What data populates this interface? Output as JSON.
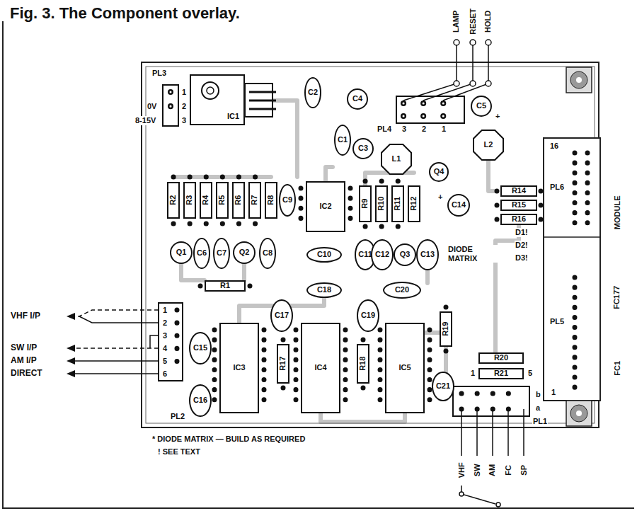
{
  "diagram": {
    "title": "Fig. 3. The Component overlay.",
    "nodes": [
      {
        "text": [
          "IC1"
        ]
      },
      {
        "text": [
          "C2"
        ]
      },
      {
        "text": [
          "C4"
        ]
      },
      {
        "text": [
          "L1"
        ]
      },
      {
        "text": [
          "C5"
        ]
      },
      {
        "text": [
          "C1"
        ]
      },
      {
        "text": [
          "C3"
        ]
      },
      {
        "text": [
          "L2"
        ]
      },
      {
        "text": [
          "Q4"
        ]
      },
      {
        "text": [
          "C14"
        ]
      },
      {
        "text": [
          "R2"
        ]
      },
      {
        "text": [
          "R3"
        ]
      },
      {
        "text": [
          "R4"
        ]
      },
      {
        "text": [
          "R5"
        ]
      },
      {
        "text": [
          "R6"
        ]
      },
      {
        "text": [
          "R7"
        ]
      },
      {
        "text": [
          "R8"
        ]
      },
      {
        "text": [
          "C9"
        ]
      },
      {
        "text": [
          "IC2"
        ]
      },
      {
        "text": [
          "R9"
        ]
      },
      {
        "text": [
          "R10"
        ]
      },
      {
        "text": [
          "R11"
        ]
      },
      {
        "text": [
          "R12"
        ]
      },
      {
        "text": [
          "R14"
        ]
      },
      {
        "text": [
          "R15"
        ]
      },
      {
        "text": [
          "R16"
        ]
      },
      {
        "text": [
          "Q1"
        ]
      },
      {
        "text": [
          "C6"
        ]
      },
      {
        "text": [
          "C7"
        ]
      },
      {
        "text": [
          "Q2"
        ]
      },
      {
        "text": [
          "C8"
        ]
      },
      {
        "text": [
          "C10"
        ]
      },
      {
        "text": [
          "C11"
        ]
      },
      {
        "text": [
          "C12"
        ]
      },
      {
        "text": [
          "Q3"
        ]
      },
      {
        "text": [
          "C13"
        ]
      },
      {
        "text": [
          "R1"
        ]
      },
      {
        "text": [
          "C18"
        ]
      },
      {
        "text": [
          "C20"
        ]
      },
      {
        "text": [
          "C17"
        ]
      },
      {
        "text": [
          "C19"
        ]
      },
      {
        "text": [
          "C15"
        ]
      },
      {
        "text": [
          "C16"
        ]
      },
      {
        "text": [
          "IC3"
        ]
      },
      {
        "text": [
          "R17"
        ]
      },
      {
        "text": [
          "IC4"
        ]
      },
      {
        "text": [
          "R18"
        ]
      },
      {
        "text": [
          "IC5"
        ]
      },
      {
        "text": [
          "R19"
        ]
      },
      {
        "text": [
          "R20"
        ]
      },
      {
        "text": [
          "R21"
        ]
      },
      {
        "text": [
          "C21"
        ]
      }
    ],
    "labels": [
      "PL3",
      "1",
      "2",
      "3",
      "0V",
      "8-15V",
      "LAMP",
      "RESET",
      "HOLD",
      "PL4",
      "3",
      "2",
      "1",
      "+",
      "+",
      "16",
      "PL6",
      "D1!",
      "D2!",
      "D3!",
      "DIODE MATRIX",
      "PL5",
      "1",
      "MODULE",
      "FC177",
      "FC1",
      "1",
      "2",
      "3",
      "4",
      "5",
      "6",
      "PL2",
      "VHF I/P",
      "SW I/P",
      "AM I/P",
      "DIRECT",
      "PL1",
      "1",
      "5",
      "b",
      "a",
      "VHF",
      "SW",
      "AM",
      "FC",
      "SP",
      "* DIODE MATRIX — BUILD AS REQUIRED",
      "! SEE TEXT"
    ]
  }
}
